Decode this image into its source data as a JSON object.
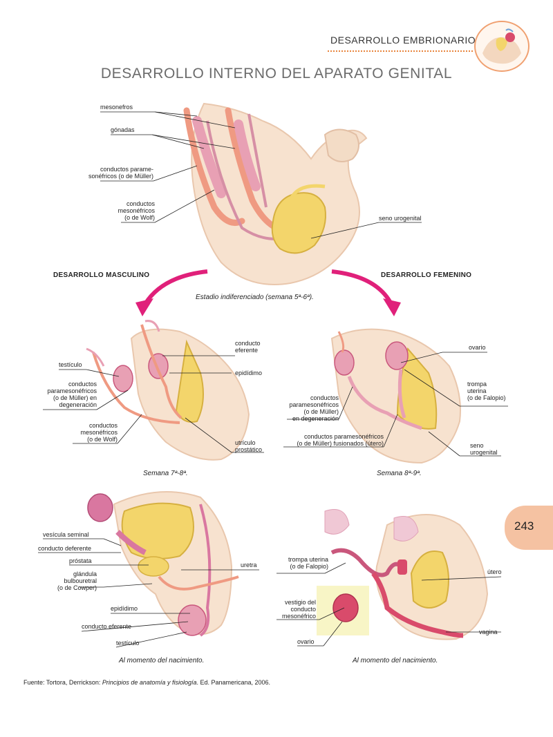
{
  "header": {
    "section": "DESARROLLO EMBRIONARIO",
    "page_number": "243",
    "badge_icon": "anatomy-thumbnail-icon"
  },
  "title": "DESARROLLO INTERNO DEL APARATO GENITAL",
  "top_diagram": {
    "labels": {
      "mesonefros": "mesonefros",
      "gonadas": "gónadas",
      "paramesonefricos": "conductos parame-\nsonéfricos (o de Müller)",
      "mesonefricos": "conductos\nmesonéfricos\n(o de Wolf)",
      "seno": "seno urogenital"
    },
    "caption": "Estadio indiferenciado (semana 5ª-6ª)."
  },
  "male_section": "DESARROLLO MASCULINO",
  "female_section": "DESARROLLO FEMENINO",
  "male_mid": {
    "labels": {
      "testiculo": "testículo",
      "paramesonefricos": "conductos\nparamesonéfricos\n(o de Müller) en\ndegeneración",
      "mesonefricos": "conductos\nmesonéfricos\n(o de Wolf)",
      "eferente": "conducto\neferente",
      "epididimo": "epidídimo",
      "utriculo": "utrículo\nprostático"
    },
    "caption": "Semana 7ª-8ª."
  },
  "female_mid": {
    "labels": {
      "ovario": "ovario",
      "trompa": "trompa\nuterina\n(o de Falopio)",
      "mesonefricos": "conductos\nparamesonéfricos\n(o de Müller)\nen degeneración",
      "fusionados": "conductos paramesonéfricos\n(o de Müller) fusionados (útero)",
      "seno": "seno\nurogenital"
    },
    "caption": "Semana 8ª-9ª."
  },
  "male_birth": {
    "labels": {
      "vesicula": "vesícula seminal",
      "deferente": "conducto deferente",
      "prostata": "próstata",
      "glandula": "glándula\nbulbouretral\n(o de Cowper)",
      "uretra": "uretra",
      "epididimo": "epidídimo",
      "eferente": "conducto eferente",
      "testiculo": "testículo"
    },
    "caption": "Al momento del nacimiento."
  },
  "female_birth": {
    "labels": {
      "trompa": "trompa uterina\n(o de Falopio)",
      "vestigio": "vestigio del\nconducto\nmesonéfrico",
      "ovario": "ovario",
      "utero": "útero",
      "vagina": "vagina"
    },
    "caption": "Al momento del nacimiento."
  },
  "source": {
    "prefix": "Fuente: Tortora, Derrickson: ",
    "book": "Principios de anatomía y fisiología",
    "suffix": ". Ed. Panamericana, 2006."
  },
  "colors": {
    "skin": "#f7e2cf",
    "skin_dark": "#e9c7ad",
    "pink": "#e8a0b4",
    "pink_dark": "#c9577c",
    "salmon": "#ef9a82",
    "yellow": "#f3d56b",
    "arrow": "#e0207a",
    "accent": "#e8833a"
  }
}
